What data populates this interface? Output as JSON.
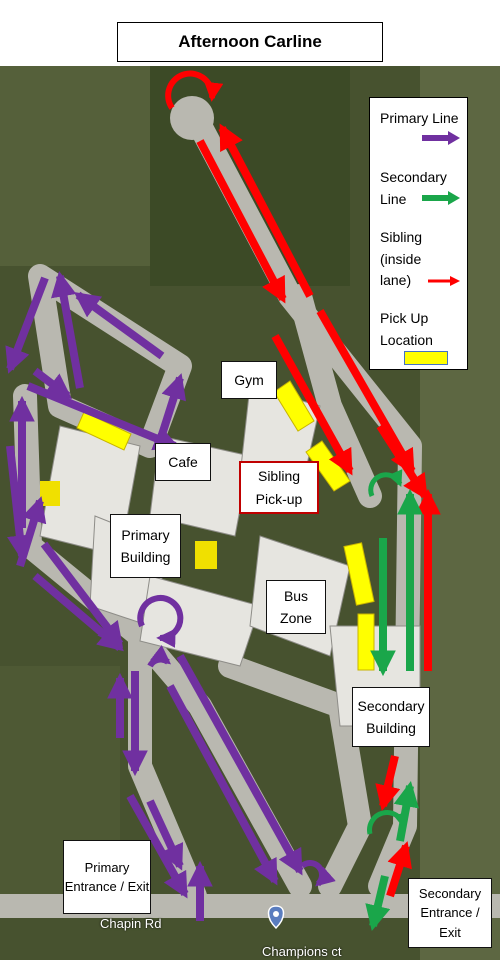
{
  "title": "Afternoon Carline",
  "legend": {
    "primary_line": "Primary Line",
    "secondary_line": "Secondary Line",
    "sibling": "Sibling (inside lane)",
    "pickup": "Pick Up Location"
  },
  "labels": {
    "gym": "Gym",
    "cafe": "Cafe",
    "sibling_pickup": "Sibling Pick-up",
    "primary_building": "Primary Building",
    "bus_zone": "Bus Zone",
    "secondary_building": "Secondary Building",
    "primary_entrance": "Primary Entrance / Exit",
    "secondary_entrance": "Secondary Entrance / Exit"
  },
  "roads": {
    "chapin": "Chapin Rd",
    "champions": "Champions ct"
  },
  "colors": {
    "primary": "#7030a0",
    "secondary": "#1aa64a",
    "sibling": "#ff0000",
    "pickup": "#ffff00"
  },
  "icons": [
    "arrow-icon",
    "u-turn-icon",
    "map-pin-icon"
  ]
}
